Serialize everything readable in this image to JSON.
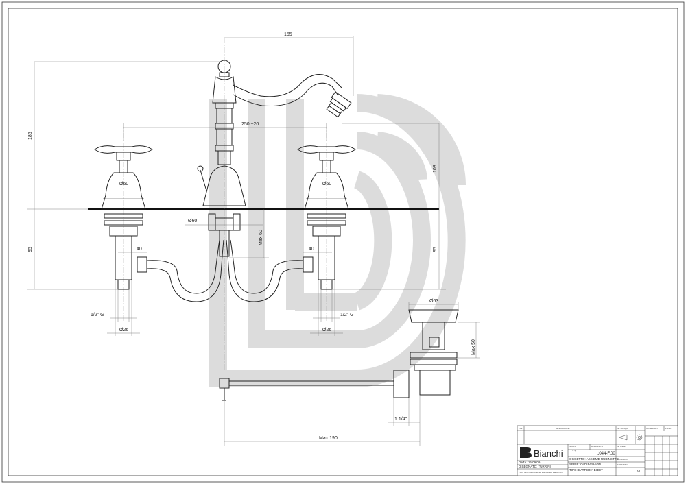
{
  "dimensions": {
    "spout_reach": "155",
    "total_height": "185",
    "handle_spacing": "250 ±20",
    "spout_height": "108",
    "handle_dia_left": "Ø60",
    "handle_dia_right": "Ø60",
    "body_dia": "Ø60",
    "max_thickness": "Max 60",
    "below_deck_left": "95",
    "below_deck_right": "95",
    "pipe_offset_left": "40",
    "pipe_offset_right": "40",
    "thread_left": "1/2\" G",
    "thread_right": "1/2\" G",
    "shank_dia_left": "Ø26",
    "shank_dia_right": "Ø26",
    "waste_dia": "Ø63",
    "waste_height": "Max 50",
    "waste_thread": "1 1/4\"",
    "pop_up_length": "Max 190"
  },
  "title_block": {
    "col_pos": "Pos.",
    "col_description": "DESCRIZIONE",
    "col_qty": "Nr. Pz/Appr",
    "col_material": "MATERIALE",
    "col_weight": "PESO",
    "notice": "Tutti i diritti sono riservati alla società Bianchi srl",
    "brand": "Bianchi",
    "scale_label": "SCALA",
    "scale_value": "1:1",
    "drawing_no_label": "DISEGNO N°",
    "drawing_no_value": "1044-F.00",
    "object": "OGGETTO: ASSIEME RUBINETTO",
    "series": "SERIE:   OLD FASHION",
    "type": "TIPO: BATTERIA BIDET",
    "date": "DATA: 16/09/09",
    "drawn_by": "DISEGNATO:  TURRINI",
    "format_label": "FORMATO",
    "format_value": "A1",
    "ref_label": "N° PEZZI",
    "modify_label": "MODIFICA"
  }
}
